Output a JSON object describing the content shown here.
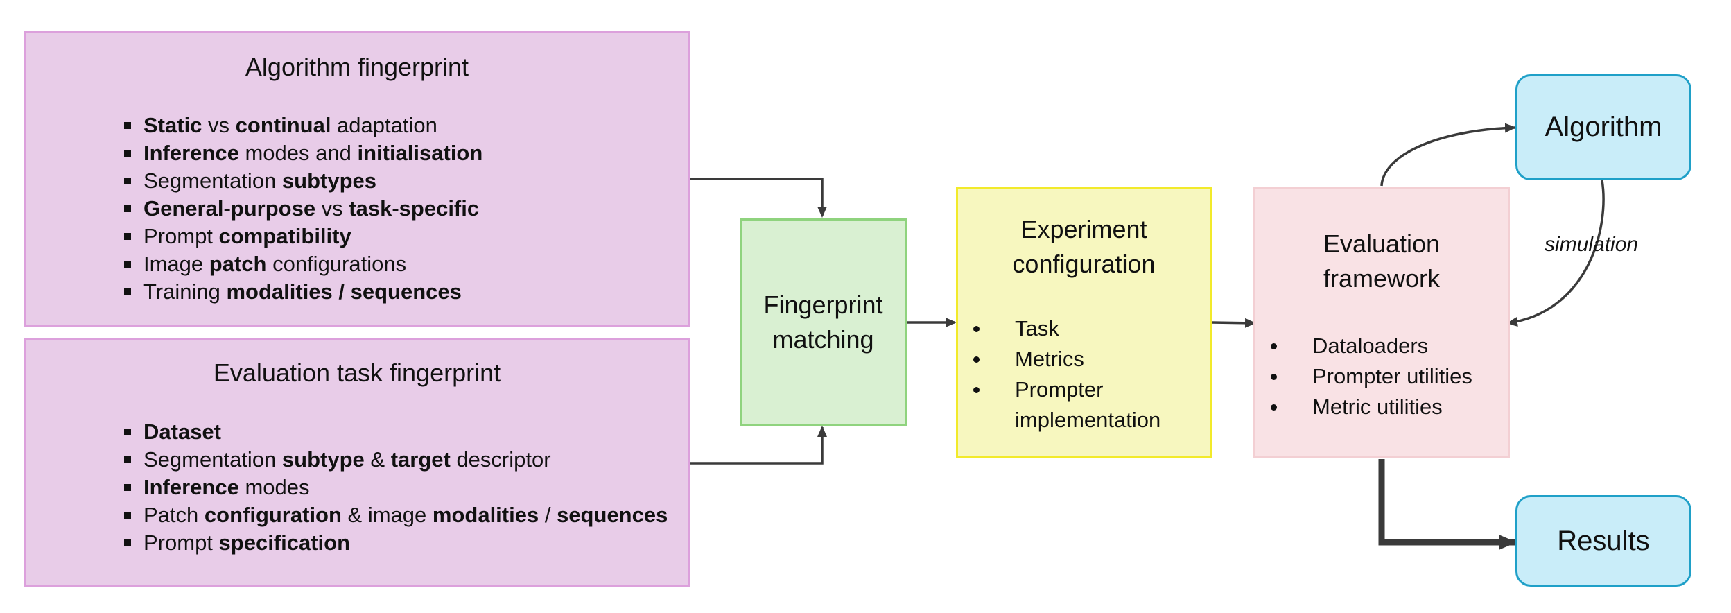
{
  "algorithm_fingerprint": {
    "title": "Algorithm fingerprint",
    "items": [
      [
        {
          "t": "Static",
          "b": true
        },
        {
          "t": " vs ",
          "b": false
        },
        {
          "t": "continual",
          "b": true
        },
        {
          "t": " adaptation",
          "b": false
        }
      ],
      [
        {
          "t": "Inference",
          "b": true
        },
        {
          "t": " modes and ",
          "b": false
        },
        {
          "t": "initialisation",
          "b": true
        }
      ],
      [
        {
          "t": "Segmentation ",
          "b": false
        },
        {
          "t": "subtypes",
          "b": true
        }
      ],
      [
        {
          "t": "General-purpose",
          "b": true
        },
        {
          "t": " vs ",
          "b": false
        },
        {
          "t": "task-specific",
          "b": true
        }
      ],
      [
        {
          "t": "Prompt ",
          "b": false
        },
        {
          "t": "compatibility",
          "b": true
        }
      ],
      [
        {
          "t": "Image ",
          "b": false
        },
        {
          "t": "patch",
          "b": true
        },
        {
          "t": " configurations",
          "b": false
        }
      ],
      [
        {
          "t": "Training ",
          "b": false
        },
        {
          "t": "modalities / sequences",
          "b": true
        }
      ]
    ]
  },
  "evaluation_task_fingerprint": {
    "title": "Evaluation task fingerprint",
    "items": [
      [
        {
          "t": "Dataset",
          "b": true
        }
      ],
      [
        {
          "t": "Segmentation ",
          "b": false
        },
        {
          "t": "subtype",
          "b": true
        },
        {
          "t": " & ",
          "b": false
        },
        {
          "t": "target",
          "b": true
        },
        {
          "t": " descriptor",
          "b": false
        }
      ],
      [
        {
          "t": "Inference",
          "b": true
        },
        {
          "t": " modes",
          "b": false
        }
      ],
      [
        {
          "t": "Patch ",
          "b": false
        },
        {
          "t": "configuration",
          "b": true
        },
        {
          "t": " & image ",
          "b": false
        },
        {
          "t": "modalities",
          "b": true
        },
        {
          "t": " / ",
          "b": false
        },
        {
          "t": "sequences",
          "b": true
        }
      ],
      [
        {
          "t": "Prompt ",
          "b": false
        },
        {
          "t": "specification",
          "b": true
        }
      ]
    ]
  },
  "fingerprint_matching": {
    "line1": "Fingerprint",
    "line2": "matching"
  },
  "experiment_configuration": {
    "line1": "Experiment",
    "line2": "configuration",
    "items": [
      "Task",
      "Metrics",
      "Prompter",
      "implementation"
    ]
  },
  "evaluation_framework": {
    "line1": "Evaluation",
    "line2": "framework",
    "items": [
      "Dataloaders",
      "Prompter utilities",
      "Metric utilities"
    ]
  },
  "algorithm": {
    "label": "Algorithm"
  },
  "results": {
    "label": "Results"
  },
  "simulation_label": "simulation"
}
